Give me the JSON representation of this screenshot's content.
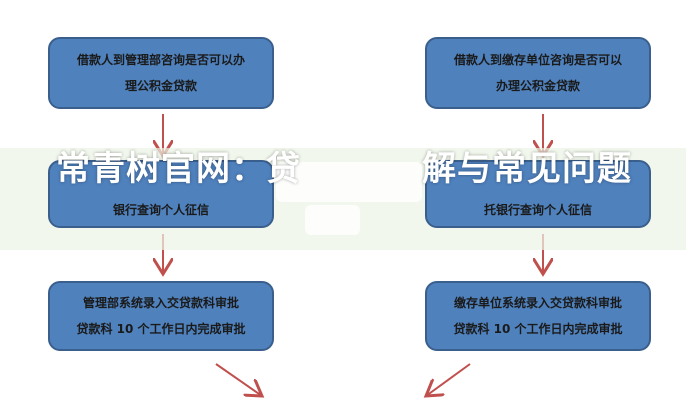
{
  "flowchart": {
    "left": {
      "step1": [
        "借款人到管理部咨询是否可以办",
        "理公积金贷款"
      ],
      "step2": [
        "银行查询个人征信"
      ],
      "step3": [
        "管理部系统录入交贷款科审批",
        "贷款科 10 个工作日内完成审批"
      ]
    },
    "right": {
      "step1": [
        "借款人到缴存单位咨询是否可以",
        "办理公积金贷款"
      ],
      "step2": [
        "托银行查询个人征信"
      ],
      "step3": [
        "缴存单位系统录入交贷款科审批",
        "贷款科 10 个工作日内完成审批"
      ]
    }
  },
  "banner": {
    "title_part1": "常青树官网：贷",
    "title_part2": "解与常见问题"
  },
  "colors": {
    "box": "#4f81bd",
    "arrow": "#c0504d",
    "banner": "#ecf4e4"
  }
}
